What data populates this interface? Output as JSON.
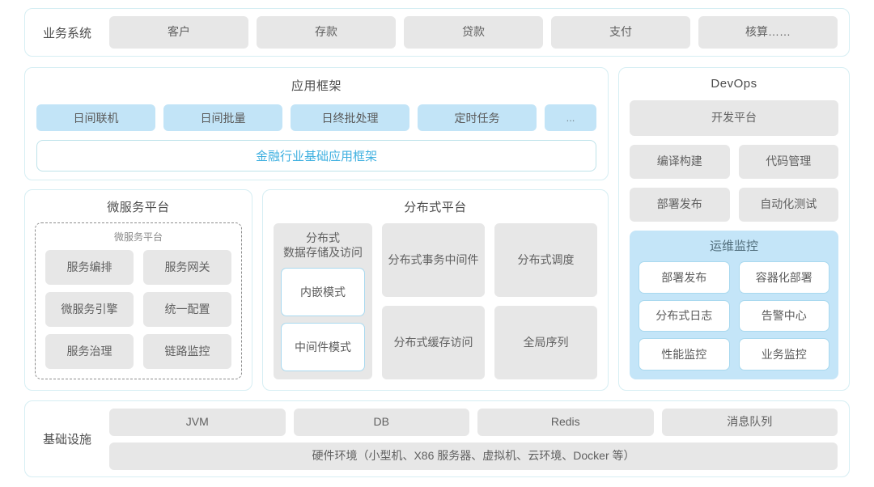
{
  "business_row": {
    "label": "业务系统",
    "items": [
      "客户",
      "存款",
      "贷款",
      "支付",
      "核算……"
    ]
  },
  "app_framework": {
    "title": "应用框架",
    "pills": [
      "日间联机",
      "日间批量",
      "日终批处理",
      "定时任务",
      "..."
    ],
    "base_bar": "金融行业基础应用框架",
    "base_bar_color": "#3fb0e0"
  },
  "microservice_platform": {
    "title": "微服务平台",
    "inner_title": "微服务平台",
    "items": [
      "服务编排",
      "服务网关",
      "微服务引擎",
      "统一配置",
      "服务治理",
      "链路监控"
    ]
  },
  "distributed_platform": {
    "title": "分布式平台",
    "storage_column": {
      "header": "分布式\n数据存储及访问",
      "header_line1": "分布式",
      "header_line2": "数据存储及访问",
      "modes": [
        "内嵌模式",
        "中间件模式"
      ]
    },
    "cells": [
      "分布式\n事务中间件",
      "分布式调度",
      "分布式\n缓存访问",
      "全局序列"
    ],
    "cells_lines": [
      [
        "分布式",
        "事务中间件"
      ],
      [
        "分布式调度",
        ""
      ],
      [
        "分布式",
        "缓存访问"
      ],
      [
        "全局序列",
        ""
      ]
    ]
  },
  "devops": {
    "title": "DevOps",
    "platform": "开发平台",
    "tools": [
      "编译构建",
      "代码管理",
      "部署发布",
      "自动化测试"
    ],
    "monitoring": {
      "title": "运维监控",
      "bg_color": "#c4e5f8",
      "items": [
        "部署发布",
        "容器化部署",
        "分布式日志",
        "告警中心",
        "性能监控",
        "业务监控"
      ]
    }
  },
  "infrastructure": {
    "label": "基础设施",
    "items": [
      "JVM",
      "DB",
      "Redis",
      "消息队列"
    ],
    "hardware": "硬件环境（小型机、X86 服务器、虚拟机、云环境、Docker 等）"
  },
  "theme": {
    "panel_border": "#d6eef3",
    "gray_box": "#e7e7e7",
    "blue_pill": "#c2e4f7",
    "accent": "#3fb0e0"
  }
}
